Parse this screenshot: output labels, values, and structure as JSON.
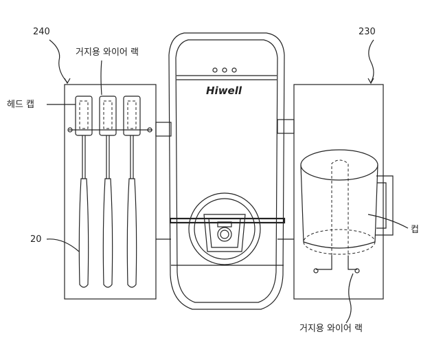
{
  "labels": {
    "ref_left_rack": "240",
    "ref_right_rack": "230",
    "wire_rack_top": "거지용 와이어 랙",
    "head_cap": "헤드 캡",
    "toothbrush_ref": "20",
    "cup": "컵",
    "wire_rack_bottom": "거지용 와이어 랙"
  },
  "brand": "Hiwell"
}
